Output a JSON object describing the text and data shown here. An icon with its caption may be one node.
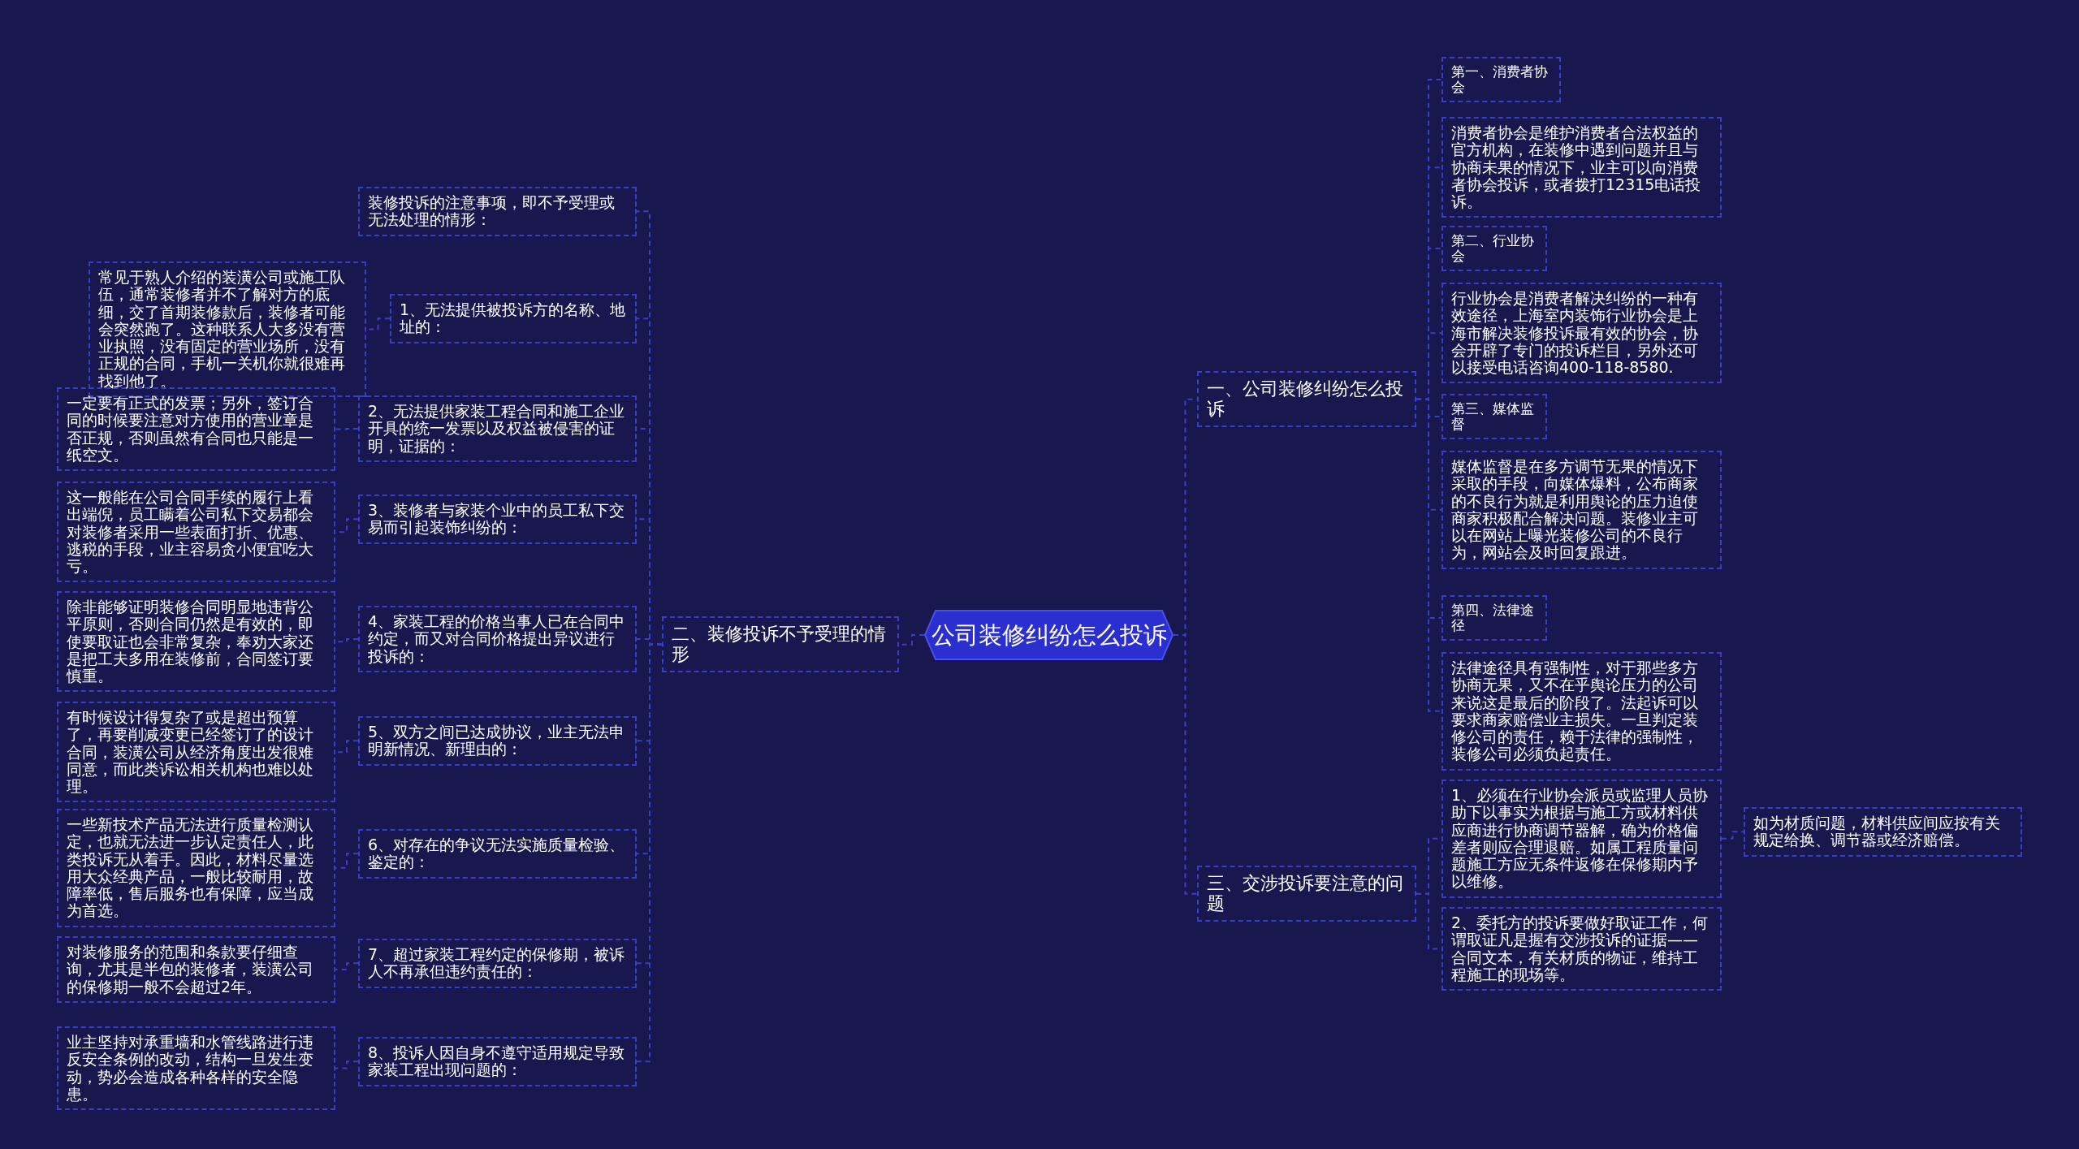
{
  "diagram": {
    "nodes": [
      {
        "text": [
          "公司装修纠纷怎么投诉"
        ]
      },
      {
        "text": [
          "一、公司装修纠纷怎么投诉"
        ]
      },
      {
        "text": [
          "二、装修投诉不予受理的情形"
        ]
      },
      {
        "text": [
          "三、交涉投诉要注意的问题"
        ]
      },
      {
        "text": [
          "第一、消费者协会"
        ]
      },
      {
        "text": [
          "消费者协会是维护消费者合法权益的官方机构，在装修中遇到问题并且与协商未果的情况下，业主可以向消费者协会投诉，或者拨打12315电话投诉。"
        ]
      },
      {
        "text": [
          "第二、行业协会"
        ]
      },
      {
        "text": [
          "行业协会是消费者解决纠纷的一种有效途径，上海室内装饰行业协会是上海市解决装修投诉最有效的协会，协会开辟了专门的投诉栏目，另外还可以接受电话咨询400-118-8580."
        ]
      },
      {
        "text": [
          "第三、媒体监督"
        ]
      },
      {
        "text": [
          "媒体监督是在多方调节无果的情况下采取的手段，向媒体爆料，公布商家的不良行为就是利用舆论的压力迫使商家积极配合解决问题。装修业主可以在网站上曝光装修公司的不良行为，网站会及时回复跟进。"
        ]
      },
      {
        "text": [
          "第四、法律途径"
        ]
      },
      {
        "text": [
          "法律途径具有强制性，对于那些多方协商无果，又不在乎舆论压力的公司来说这是最后的阶段了。法起诉可以要求商家赔偿业主损失。一旦判定装修公司的责任，赖于法律的强制性，装修公司必须负起责任。"
        ]
      },
      {
        "text": [
          "1、必须在行业协会派员或监理人员协助下以事实为根据与施工方或材料供应商进行协商调节器解，确为价格偏差者则应合理退赔。如属工程质量问题施工方应无条件返修在保修期内予以维修。"
        ]
      },
      {
        "text": [
          "如为材质问题，材料供应间应按有关规定给换、调节器或经济赔偿。"
        ]
      },
      {
        "text": [
          "2、委托方的投诉要做好取证工作，何谓取证凡是握有交涉投诉的证据——合同文本，有关材质的物证，维持工程施工的现场等。"
        ]
      },
      {
        "text": [
          "装修投诉的注意事项，即不予受理或无法处理的情形："
        ]
      },
      {
        "text": [
          "1、无法提供被投诉方的名称、地址的："
        ]
      },
      {
        "text": [
          "常见于熟人介绍的装潢公司或施工队伍，通常装修者并不了解对方的底细，交了首期装修款后，装修者可能会突然跑了。这种联系人大多没有营业执照，没有固定的营业场所，没有正规的合同，手机一关机你就很难再找到他了。"
        ]
      },
      {
        "text": [
          "2、无法提供家装工程合同和施工企业开具的统一发票以及权益被侵害的证明，证据的："
        ]
      },
      {
        "text": [
          "一定要有正式的发票；另外，签订合同的时候要注意对方使用的营业章是否正规，否则虽然有合同也只能是一纸空文。"
        ]
      },
      {
        "text": [
          "3、装修者与家装个业中的员工私下交易而引起装饰纠纷的："
        ]
      },
      {
        "text": [
          "这一般能在公司合同手续的履行上看出端倪，员工瞒着公司私下交易都会对装修者采用一些表面打折、优惠、逃税的手段，业主容易贪小便宜吃大亏。"
        ]
      },
      {
        "text": [
          "4、家装工程的价格当事人已在合同中约定，而又对合同价格提出异议进行投诉的："
        ]
      },
      {
        "text": [
          "除非能够证明装修合同明显地违背公平原则，否则合同仍然是有效的，即使要取证也会非常复杂，奉劝大家还是把工夫多用在装修前，合同签订要慎重。"
        ]
      },
      {
        "text": [
          "5、双方之间已达成协议，业主无法申明新情况、新理由的："
        ]
      },
      {
        "text": [
          "有时候设计得复杂了或是超出预算了，再要削减变更已经签订了的设计合同，装潢公司从经济角度出发很难同意，而此类诉讼相关机构也难以处理。"
        ]
      },
      {
        "text": [
          "6、对存在的争议无法实施质量检验、鉴定的："
        ]
      },
      {
        "text": [
          "一些新技术产品无法进行质量检测认定，也就无法进一步认定责任人，此类投诉无从着手。因此，材料尽量选用大众经典产品，一般比较耐用，故障率低，售后服务也有保障，应当成为首选。"
        ]
      },
      {
        "text": [
          "7、超过家装工程约定的保修期，被诉人不再承但违约责任的："
        ]
      },
      {
        "text": [
          "对装修服务的范围和条款要仔细查询，尤其是半包的装修者，装潢公司的保修期一般不会超过2年。"
        ]
      },
      {
        "text": [
          "8、投诉人因自身不遵守适用规定导致家装工程出现问题的："
        ]
      },
      {
        "text": [
          "业主坚持对承重墙和水管线路进行违反安全条例的改动，结构一旦发生变动，势必会造成各种各样的安全隐患。"
        ]
      }
    ],
    "edges": [
      {
        "from": 0,
        "to": 1,
        "arrow": "none"
      },
      {
        "from": 0,
        "to": 2,
        "arrow": "none"
      },
      {
        "from": 0,
        "to": 3,
        "arrow": "none"
      },
      {
        "from": 1,
        "to": 4,
        "arrow": "none"
      },
      {
        "from": 1,
        "to": 5,
        "arrow": "none"
      },
      {
        "from": 1,
        "to": 6,
        "arrow": "none"
      },
      {
        "from": 1,
        "to": 7,
        "arrow": "none"
      },
      {
        "from": 1,
        "to": 8,
        "arrow": "none"
      },
      {
        "from": 1,
        "to": 9,
        "arrow": "none"
      },
      {
        "from": 1,
        "to": 10,
        "arrow": "none"
      },
      {
        "from": 1,
        "to": 11,
        "arrow": "none"
      },
      {
        "from": 3,
        "to": 12,
        "arrow": "none"
      },
      {
        "from": 3,
        "to": 14,
        "arrow": "none"
      },
      {
        "from": 12,
        "to": 13,
        "arrow": "none"
      },
      {
        "from": 2,
        "to": 15,
        "arrow": "none"
      },
      {
        "from": 2,
        "to": 16,
        "arrow": "none"
      },
      {
        "from": 2,
        "to": 18,
        "arrow": "none"
      },
      {
        "from": 2,
        "to": 20,
        "arrow": "none"
      },
      {
        "from": 2,
        "to": 22,
        "arrow": "none"
      },
      {
        "from": 2,
        "to": 24,
        "arrow": "none"
      },
      {
        "from": 2,
        "to": 26,
        "arrow": "none"
      },
      {
        "from": 2,
        "to": 28,
        "arrow": "none"
      },
      {
        "from": 2,
        "to": 30,
        "arrow": "none"
      },
      {
        "from": 16,
        "to": 17,
        "arrow": "none"
      },
      {
        "from": 18,
        "to": 19,
        "arrow": "none"
      },
      {
        "from": 20,
        "to": 21,
        "arrow": "none"
      },
      {
        "from": 22,
        "to": 23,
        "arrow": "none"
      },
      {
        "from": 24,
        "to": 25,
        "arrow": "none"
      },
      {
        "from": 26,
        "to": 27,
        "arrow": "none"
      },
      {
        "from": 28,
        "to": 29,
        "arrow": "none"
      },
      {
        "from": 30,
        "to": 31,
        "arrow": "none"
      }
    ]
  }
}
